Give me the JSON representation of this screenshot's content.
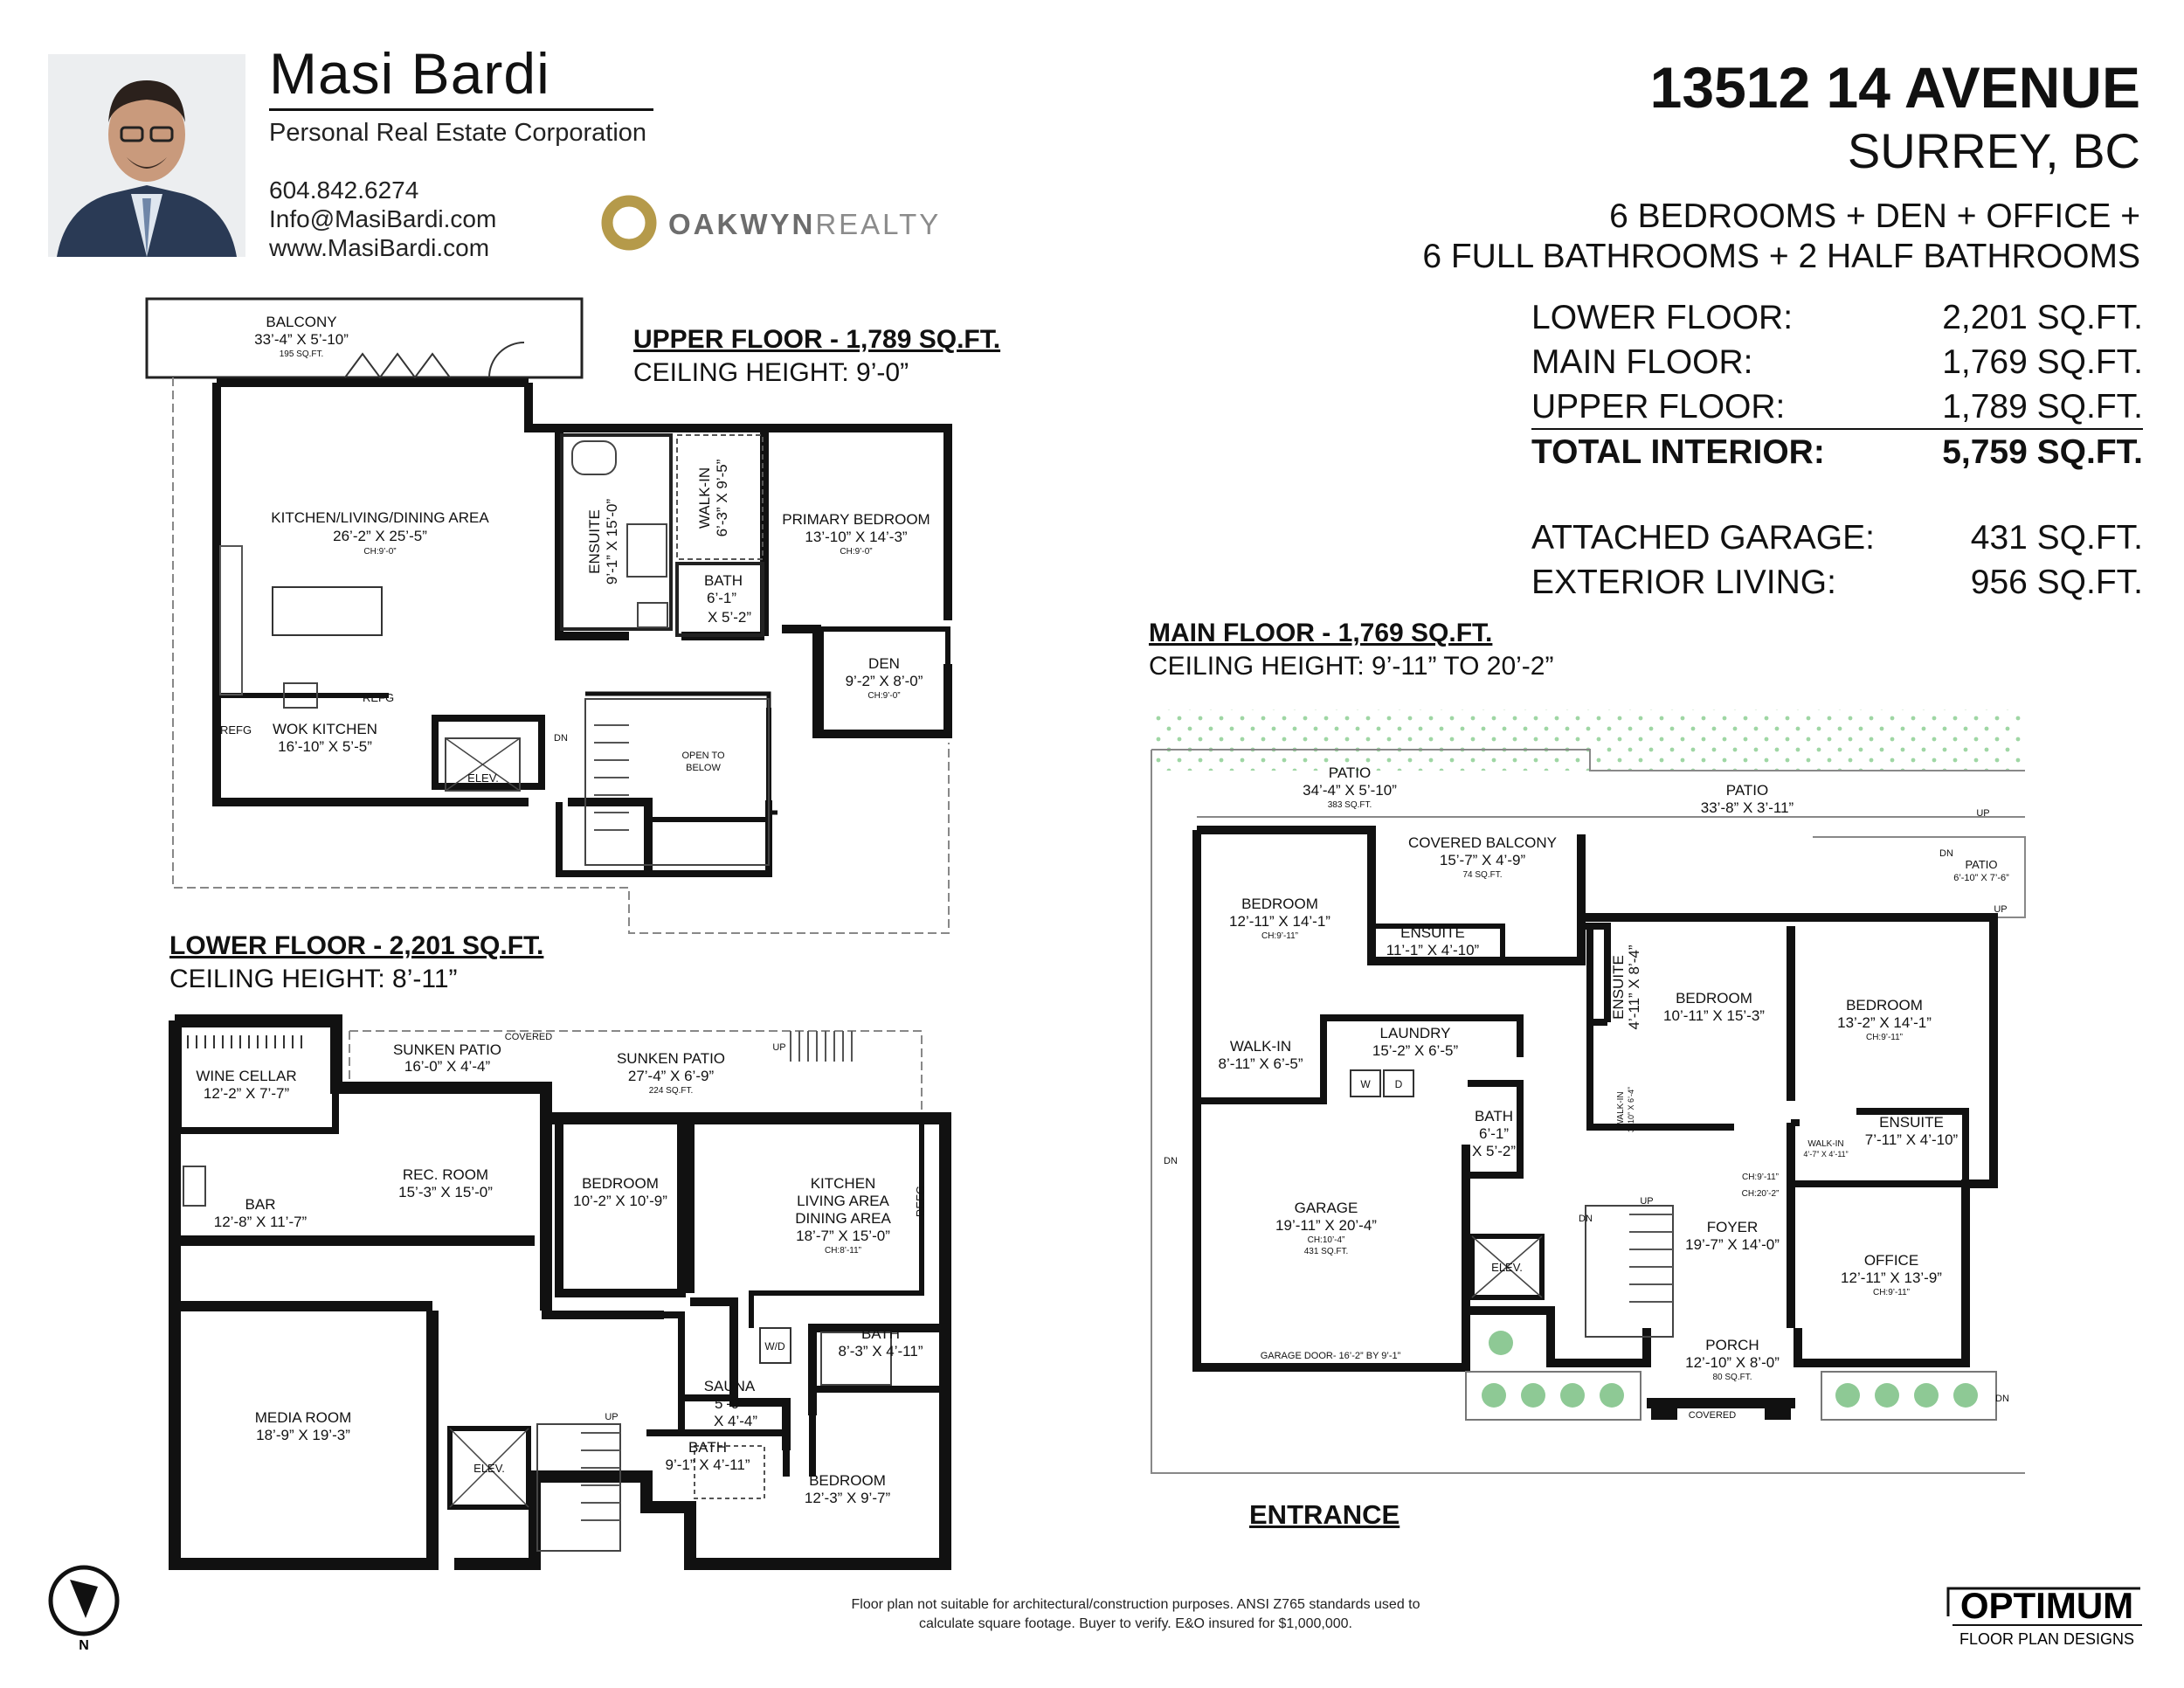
{
  "agent": {
    "name": "Masi Bardi",
    "company": "Personal Real Estate Corporation",
    "phone": "604.842.6274",
    "email": "Info@MasiBardi.com",
    "website": "www.MasiBardi.com"
  },
  "brokerage": {
    "name_bold": "OAKWYN",
    "name_light": "REALTY",
    "color": "#b59a4a"
  },
  "property": {
    "address_line1": "13512 14 AVENUE",
    "address_line2": "SURREY, BC",
    "rooms_line1": "6 BEDROOMS + DEN + OFFICE +",
    "rooms_line2": "6 FULL BATHROOMS + 2 HALF BATHROOMS"
  },
  "areas": [
    {
      "label": "LOWER FLOOR:",
      "value": "2,201 SQ.FT."
    },
    {
      "label": "MAIN FLOOR:",
      "value": "1,769 SQ.FT."
    },
    {
      "label": "UPPER FLOOR:",
      "value": "1,789 SQ.FT."
    },
    {
      "label": "TOTAL INTERIOR:",
      "value": "5,759 SQ.FT."
    },
    {
      "label": "ATTACHED GARAGE:",
      "value": "431 SQ.FT."
    },
    {
      "label": "EXTERIOR LIVING:",
      "value": "956 SQ.FT."
    }
  ],
  "floors": {
    "upper": {
      "title": "UPPER FLOOR - 1,789 SQ.FT.",
      "ceiling": "CEILING HEIGHT: 9’-0”",
      "rooms": [
        {
          "name": "BALCONY",
          "dims": "33’-4” X 5’-10”",
          "note": "195 SQ.FT."
        },
        {
          "name": "KITCHEN/LIVING/DINING AREA",
          "dims": "26’-2” X 25’-5”",
          "note": "CH:9’-0”"
        },
        {
          "name": "PRIMARY BEDROOM",
          "dims": "13’-10” X 14’-3”",
          "note": "CH:9’-0”"
        },
        {
          "name": "DEN",
          "dims": "9’-2” X 8’-0”",
          "note": "CH:9’-0”"
        },
        {
          "name": "WOK KITCHEN",
          "dims": "16’-10” X 5’-5”",
          "note": ""
        },
        {
          "name": "OPEN TO",
          "dims": "BELOW",
          "note": ""
        },
        {
          "name": "BATH",
          "dims": "6’-1”",
          "note": "X 5’-2”"
        },
        {
          "name": "ENSUITE",
          "dims": "9’-1” X 15’-0”",
          "note": ""
        },
        {
          "name": "WALK-IN",
          "dims": "6’-3” X 9’-5”",
          "note": ""
        }
      ],
      "labels": {
        "refg": "REFG",
        "elev": "ELEV.",
        "dn": "DN"
      }
    },
    "lower": {
      "title": "LOWER FLOOR - 2,201 SQ.FT.",
      "ceiling": "CEILING HEIGHT: 8’-11”",
      "rooms": [
        {
          "name": "WINE CELLAR",
          "dims": "12’-2” X 7’-7”",
          "note": ""
        },
        {
          "name": "SUNKEN PATIO",
          "dims": "16’-0” X 4’-4”",
          "note": "COVERED"
        },
        {
          "name": "SUNKEN PATIO",
          "dims": "27’-4” X 6’-9”",
          "note": "224 SQ.FT."
        },
        {
          "name": "REC. ROOM",
          "dims": "15’-3” X 15’-0”",
          "note": ""
        },
        {
          "name": "BAR",
          "dims": "12’-8” X 11’-7”",
          "note": ""
        },
        {
          "name": "BEDROOM",
          "dims": "10’-2” X 10’-9”",
          "note": ""
        },
        {
          "name": "KITCHEN",
          "dims": "LIVING AREA",
          "note": "DINING AREA"
        },
        {
          "name": "MEDIA ROOM",
          "dims": "18’-9” X 19’-3”",
          "note": ""
        },
        {
          "name": "BATH",
          "dims": "8’-3” X 4’-11”",
          "note": ""
        },
        {
          "name": "SAUNA",
          "dims": "5’-9”",
          "note": "X 4’-4”"
        },
        {
          "name": "BATH",
          "dims": "9’-1” X 4’-11”",
          "note": ""
        },
        {
          "name": "BEDROOM",
          "dims": "12’-3” X 9’-7”",
          "note": ""
        }
      ],
      "kitchen_dims": "18’-7” X 15’-0”",
      "kitchen_ch": "CH:8’-11”",
      "labels": {
        "refg": "REFG",
        "elev": "ELEV.",
        "up": "UP",
        "wd": "W/D"
      }
    },
    "main": {
      "title": "MAIN FLOOR - 1,769 SQ.FT.",
      "ceiling": "CEILING HEIGHT: 9’-11” TO 20’-2”",
      "rooms": [
        {
          "name": "PATIO",
          "dims": "34’-4” X 5’-10”",
          "note": "383 SQ.FT."
        },
        {
          "name": "PATIO",
          "dims": "33’-8” X 3’-11”",
          "note": ""
        },
        {
          "name": "COVERED BALCONY",
          "dims": "15’-7” X 4’-9”",
          "note": "74 SQ.FT."
        },
        {
          "name": "PATIO",
          "dims": "6’-10” X 7’-6”",
          "note": ""
        },
        {
          "name": "BEDROOM",
          "dims": "12’-11” X 14’-1”",
          "note": "CH:9’-11”"
        },
        {
          "name": "ENSUITE",
          "dims": "11’-1” X 4’-10”",
          "note": ""
        },
        {
          "name": "ENSUITE",
          "dims": "4’-11” X 8’-4”",
          "note": ""
        },
        {
          "name": "BEDROOM",
          "dims": "10’-11” X 15’-3”",
          "note": ""
        },
        {
          "name": "BEDROOM",
          "dims": "13’-2” X 14’-1”",
          "note": "CH:9’-11”"
        },
        {
          "name": "WALK-IN",
          "dims": "8’-11” X 6’-5”",
          "note": ""
        },
        {
          "name": "LAUNDRY",
          "dims": "15’-2” X 6’-5”",
          "note": ""
        },
        {
          "name": "BATH",
          "dims": "6’-1”",
          "note": "X 5’-2”"
        },
        {
          "name": "ENSUITE",
          "dims": "7’-11” X 4’-10”",
          "note": ""
        },
        {
          "name": "GARAGE",
          "dims": "19’-11” X 20’-4”",
          "note": "CH:10’-4”"
        },
        {
          "name": "FOYER",
          "dims": "19’-7” X 14’-0”",
          "note": ""
        },
        {
          "name": "OFFICE",
          "dims": "12’-11” X 13’-9”",
          "note": "CH:9’-11”"
        },
        {
          "name": "PORCH",
          "dims": "12’-10” X 8’-0”",
          "note": "80 SQ.FT."
        }
      ],
      "garage_sqft": "431 SQ.FT.",
      "garage_door": "GARAGE DOOR- 16’-2” BY 9’-1”",
      "walkin_small": "WALK-IN",
      "walkin_small_dims": "4’-7” X 4’-11”",
      "walkin_side": "WALK-IN",
      "walkin_side_dims": "3’-10” X 6’-4”",
      "ch1": "CH:9’-11”",
      "ch2": "CH:20’-2”",
      "covered": "COVERED",
      "labels": {
        "elev": "ELEV.",
        "up": "UP",
        "dn": "DN",
        "w": "W",
        "d": "D"
      },
      "entrance": "ENTRANCE"
    }
  },
  "disclaimer_line1": "Floor plan not suitable for architectural/construction purposes. ANSI Z765 standards used to",
  "disclaimer_line2": "calculate square footage. Buyer to verify.  E&O insured for $1,000,000.",
  "compass_label": "N",
  "designer": {
    "name": "OPTIMUM",
    "tagline": "FLOOR PLAN DESIGNS"
  }
}
